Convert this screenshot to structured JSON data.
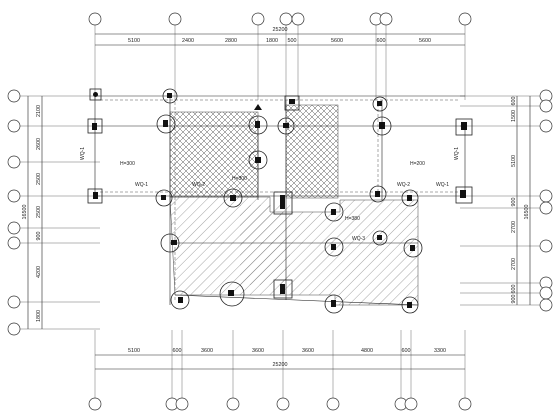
{
  "dimensions": {
    "top_overall": "25200",
    "top_segments": [
      "5100",
      "2400",
      "2800",
      "1800",
      "500",
      "5600",
      "600",
      "5600"
    ],
    "bottom_overall": "25200",
    "bottom_segments": [
      "5100",
      "600",
      "3600",
      "3600",
      "3600",
      "4800",
      "600",
      "3300"
    ],
    "left_overall": "16500",
    "left_segments": [
      "2100",
      "2600",
      "2500",
      "2500",
      "900",
      "4200",
      "1800"
    ],
    "right_overall": "16500",
    "right_segments": [
      "600",
      "1500",
      "5100",
      "900",
      "2700",
      "2700",
      "600",
      "900"
    ]
  },
  "labels": {
    "wq1": "WQ-1",
    "wq2": "WQ-2",
    "wq3": "WQ-3",
    "h300": "H=300",
    "h200": "H=200",
    "h380": "H=380",
    "h_mid": "H=300"
  },
  "colors": {
    "line": "#222222",
    "hatch": "#666666",
    "background": "#ffffff"
  }
}
